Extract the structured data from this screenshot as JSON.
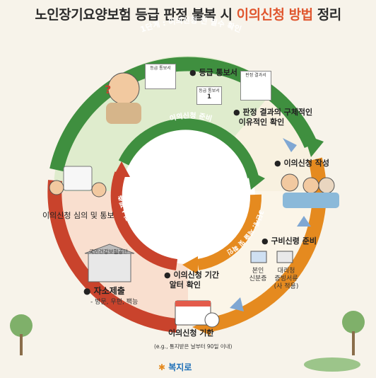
{
  "title": {
    "part1": "노인장기요양보험 등급 판정 불복 시 ",
    "part2": "이의신청 방법",
    "part3": " 정리"
  },
  "stages": {
    "step1": "1단계 : 이의신청 전 필수 확인",
    "prepare": "이의신청 준비",
    "step3": "3단계: 제출 및 확인",
    "self_submit_ring": "자소제출"
  },
  "items": {
    "grade_notice": "등급 통보서",
    "grade_notice_doc": "등급 통보서",
    "grade_notice_num": "1",
    "grade_notice_doc_small": "등급 통보서",
    "objection_form_doc": "판정 결과서",
    "check_reason_1": "판정 결과의 구체적인",
    "check_reason_2": "이유적인 확인",
    "write_objection": "이의신청 작성",
    "prepare_docs": "구비신령 준비",
    "id_card_1": "본인",
    "id_card_2": "신분증",
    "proxy_1": "대리청",
    "proxy_2": "증빙서류",
    "proxy_3": "(사 적용)",
    "deadline_alert_1": "이의신청 기간",
    "deadline_alert_2": "알터 확인",
    "deadline": "이의신청 기한",
    "deadline_note": "(e.g., 통지받은 날부터 90일 이내)",
    "self_submit": "자소제출",
    "self_submit_methods": "- 방문, 우편, 팩능",
    "agency": "국민건강보험공단",
    "review": "이의신청 심의 및 통보"
  },
  "logo": "복지로",
  "colors": {
    "green": "#3f8f3f",
    "orange": "#e58a1f",
    "red": "#c9432c",
    "title_accent": "#e0562e"
  }
}
